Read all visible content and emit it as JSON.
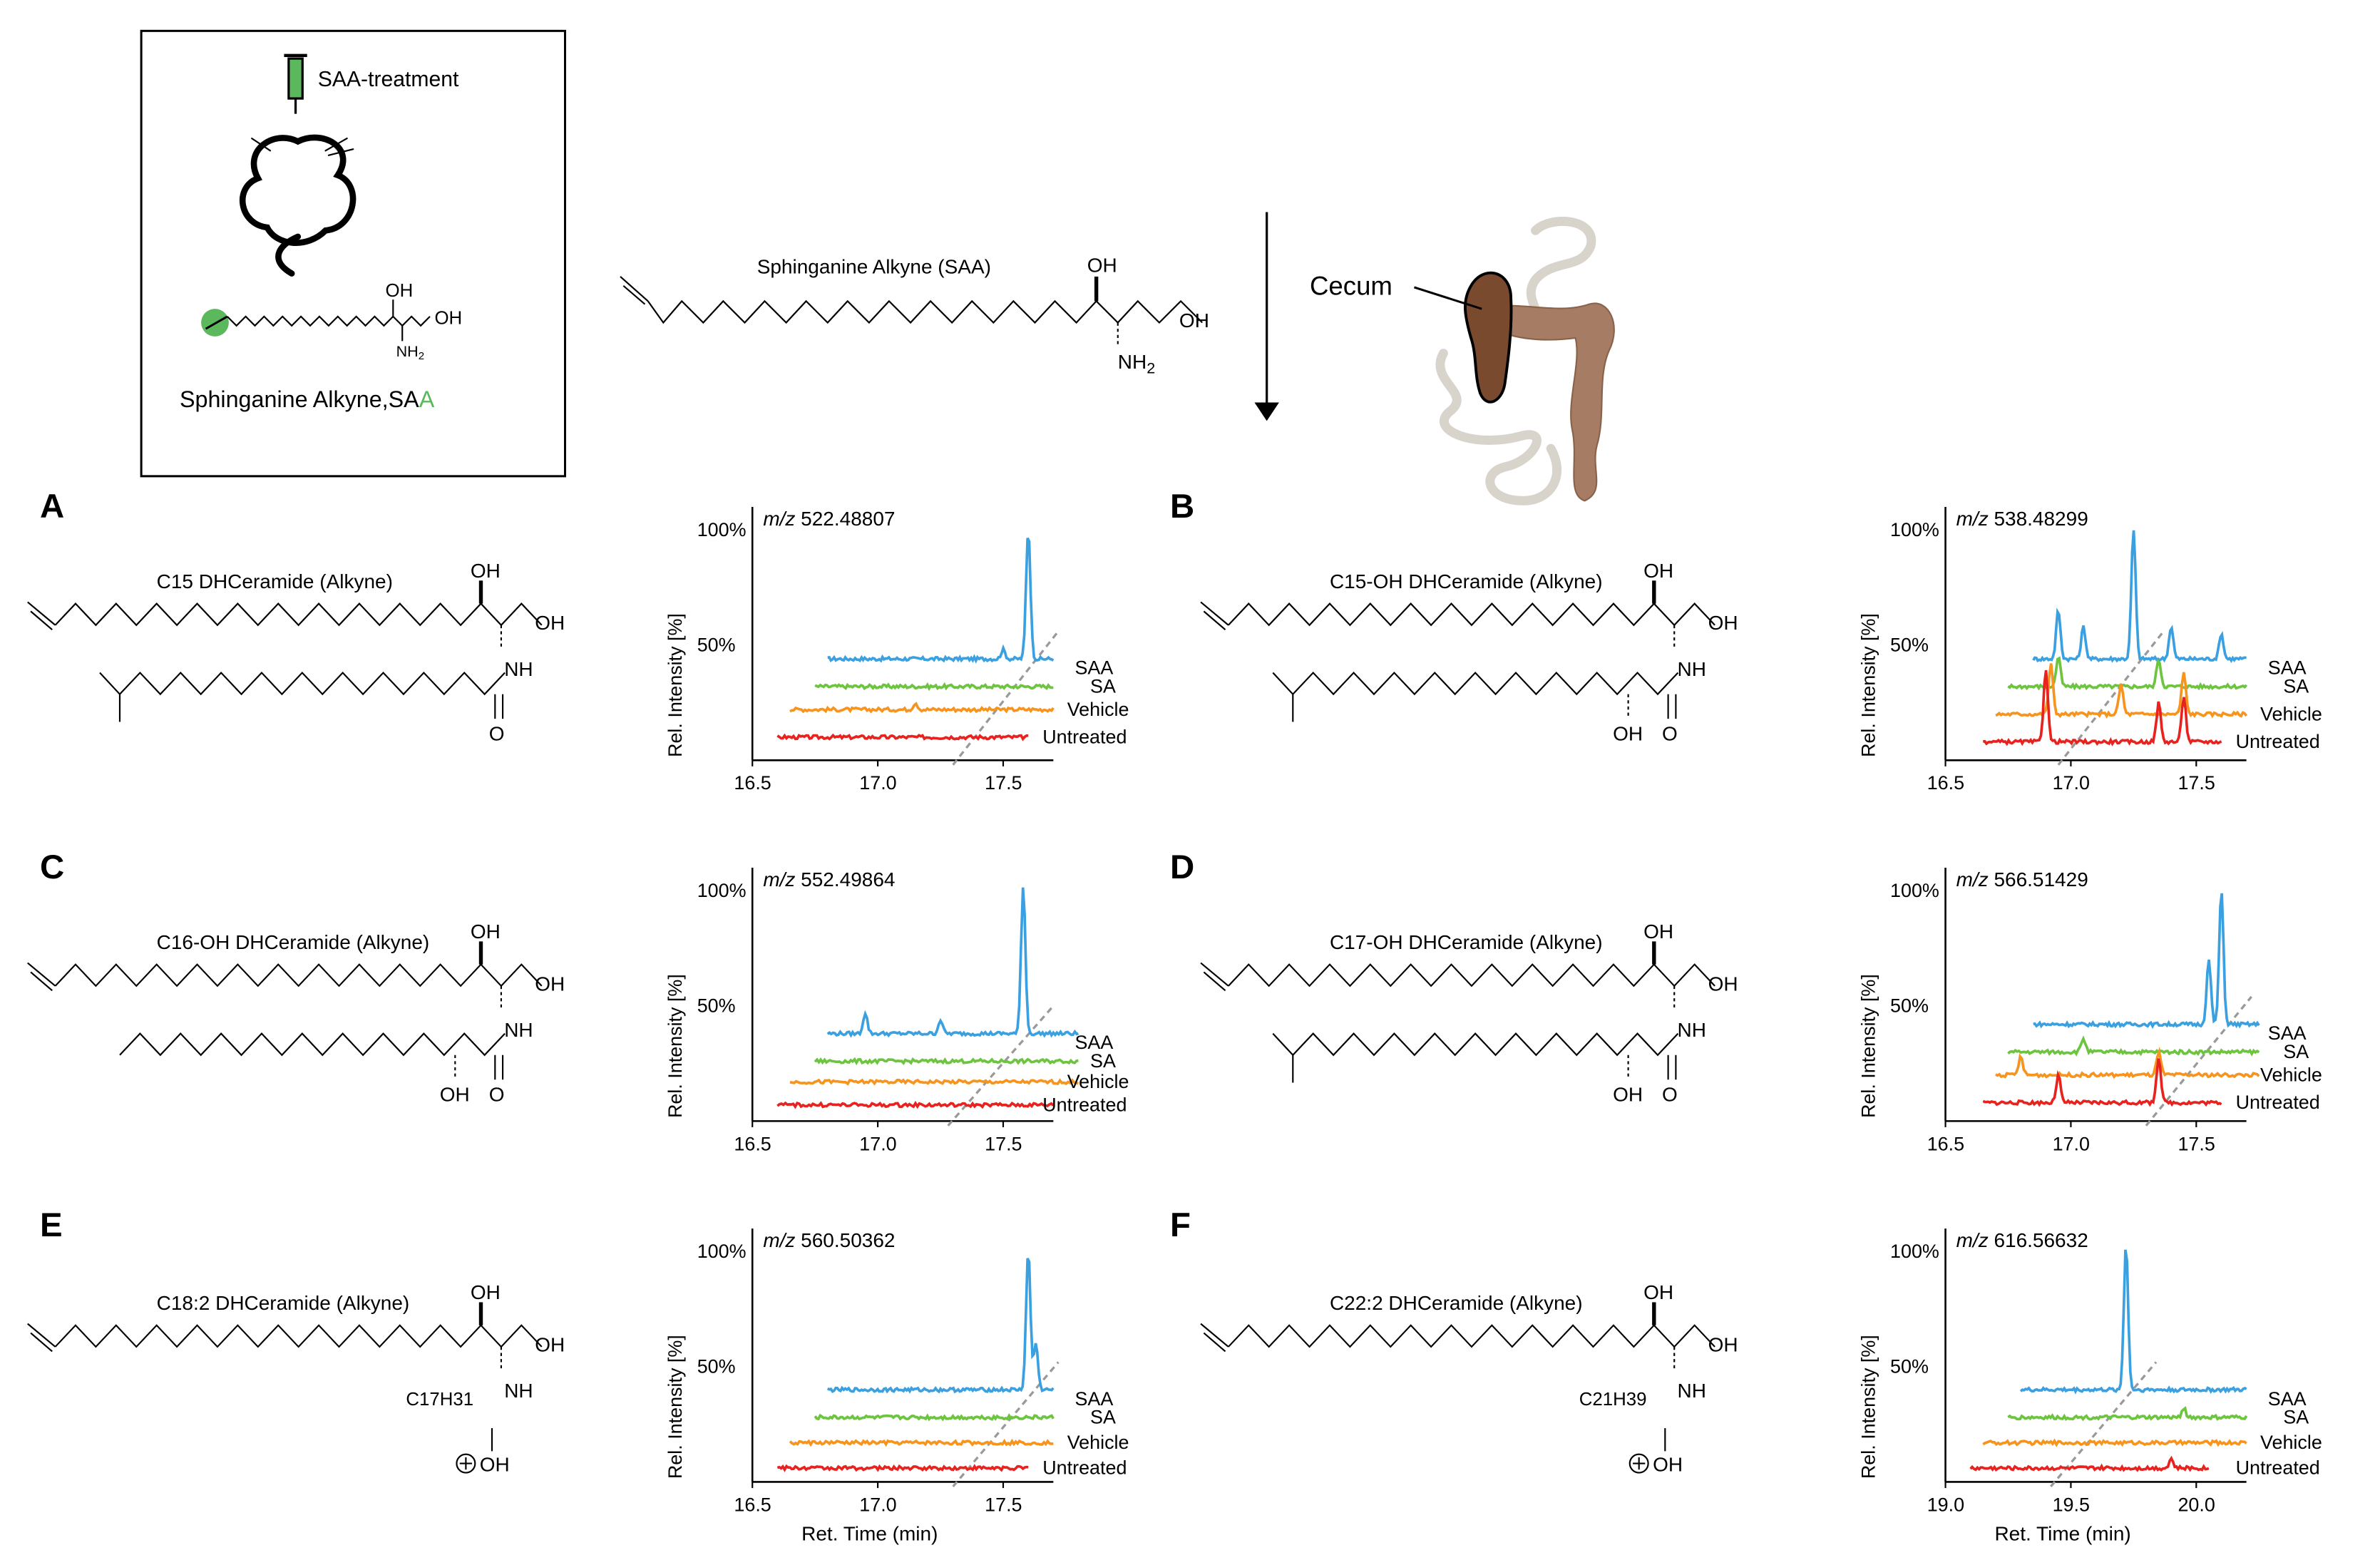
{
  "header": {
    "treatment_label": "SAA-treatment",
    "saa_caption": "Sphinganine Alkyne,SA",
    "saa_caption_green": "A",
    "inset_oh": "OH",
    "inset_oh2": "OH",
    "inset_nh2": "NH",
    "inset_nh2_sub": "2",
    "main_title": "Sphinganine Alkyne (SAA)",
    "main_oh": "OH",
    "main_oh2": "OH",
    "main_nh2": "NH",
    "main_nh2_sub": "2",
    "cecum_label": "Cecum"
  },
  "colors": {
    "SAA": "#3ba0e0",
    "SA": "#6cc43f",
    "Vehicle": "#f7941d",
    "Untreated": "#e8231f",
    "dashed": "#999999",
    "cecum": "#7a4a2e",
    "colon": "#a67c64",
    "green_tag": "#5cb85c"
  },
  "panels": [
    {
      "letter": "A",
      "name": "C15 DHCeramide (Alkyne)",
      "oh1": "OH",
      "oh2": "OH",
      "nh": "NH",
      "o": "O",
      "oh3": "",
      "formula": "",
      "formula_sub": "",
      "plus_oh": "",
      "mz_prefix": "m/z",
      "mz": "522.48807"
    },
    {
      "letter": "B",
      "name": "C15-OH DHCeramide (Alkyne)",
      "oh1": "OH",
      "oh2": "OH",
      "nh": "NH",
      "o": "O",
      "oh3": "OH",
      "formula": "",
      "formula_sub": "",
      "plus_oh": "",
      "mz_prefix": "m/z",
      "mz": "538.48299"
    },
    {
      "letter": "C",
      "name": "C16-OH DHCeramide (Alkyne)",
      "oh1": "OH",
      "oh2": "OH",
      "nh": "NH",
      "o": "O",
      "oh3": "OH",
      "formula": "",
      "formula_sub": "",
      "plus_oh": "",
      "mz_prefix": "m/z",
      "mz": "552.49864"
    },
    {
      "letter": "D",
      "name": "C17-OH DHCeramide (Alkyne)",
      "oh1": "OH",
      "oh2": "OH",
      "nh": "NH",
      "o": "O",
      "oh3": "OH",
      "formula": "",
      "formula_sub": "",
      "plus_oh": "",
      "mz_prefix": "m/z",
      "mz": "566.51429"
    },
    {
      "letter": "E",
      "name": "C18:2 DHCeramide (Alkyne)",
      "oh1": "OH",
      "oh2": "OH",
      "nh": "NH",
      "o": "",
      "oh3": "",
      "formula": "C17H31",
      "formula_sub": "",
      "plus_oh": "OH",
      "mz_prefix": "m/z",
      "mz": "560.50362"
    },
    {
      "letter": "F",
      "name": "C22:2 DHCeramide (Alkyne)",
      "oh1": "OH",
      "oh2": "OH",
      "nh": "NH",
      "o": "",
      "oh3": "",
      "formula": "C21H39",
      "formula_sub": "",
      "plus_oh": "OH",
      "mz_prefix": "m/z",
      "mz": "616.56632"
    }
  ],
  "chart_data": [
    {
      "type": "line",
      "panel": "A",
      "title": "m/z 522.48807",
      "ylabel": "Rel. Intensity [%]",
      "xlabel": "",
      "xlim": [
        16.5,
        17.7
      ],
      "ylim": [
        0,
        110
      ],
      "x_ticks": [
        "16.5",
        "17.0",
        "17.5"
      ],
      "y_ticks": [
        "100%",
        "50%"
      ],
      "series": [
        {
          "name": "SAA",
          "x_start": 16.8,
          "x_end": 17.7,
          "baseline": 44,
          "peaks": [
            [
              17.6,
              100
            ],
            [
              17.5,
              48
            ]
          ]
        },
        {
          "name": "SA",
          "x_start": 16.75,
          "x_end": 17.7,
          "baseline": 32,
          "peaks": []
        },
        {
          "name": "Vehicle",
          "x_start": 16.65,
          "x_end": 17.7,
          "baseline": 22,
          "peaks": [
            [
              17.15,
              25
            ]
          ]
        },
        {
          "name": "Untreated",
          "x_start": 16.6,
          "x_end": 17.6,
          "baseline": 10,
          "peaks": []
        }
      ]
    },
    {
      "type": "line",
      "panel": "B",
      "title": "m/z 538.48299",
      "ylabel": "Rel. Intensity [%]",
      "xlabel": "",
      "xlim": [
        16.5,
        17.7
      ],
      "ylim": [
        0,
        110
      ],
      "x_ticks": [
        "16.5",
        "17.0",
        "17.5"
      ],
      "y_ticks": [
        "100%",
        "50%"
      ],
      "series": [
        {
          "name": "SAA",
          "x_start": 16.85,
          "x_end": 17.7,
          "baseline": 44,
          "peaks": [
            [
              17.25,
              100
            ],
            [
              16.95,
              65
            ],
            [
              17.05,
              58
            ],
            [
              17.4,
              58
            ],
            [
              17.6,
              55
            ]
          ]
        },
        {
          "name": "SA",
          "x_start": 16.75,
          "x_end": 17.7,
          "baseline": 32,
          "peaks": [
            [
              16.95,
              45
            ],
            [
              17.35,
              44
            ]
          ]
        },
        {
          "name": "Vehicle",
          "x_start": 16.7,
          "x_end": 17.7,
          "baseline": 20,
          "peaks": [
            [
              16.92,
              42
            ],
            [
              17.45,
              38
            ],
            [
              17.2,
              33
            ]
          ]
        },
        {
          "name": "Untreated",
          "x_start": 16.65,
          "x_end": 17.6,
          "baseline": 8,
          "peaks": [
            [
              16.9,
              40
            ],
            [
              17.45,
              28
            ],
            [
              17.35,
              25
            ]
          ]
        }
      ]
    },
    {
      "type": "line",
      "panel": "C",
      "title": "m/z 552.49864",
      "ylabel": "Rel. Intensity [%]",
      "xlabel": "",
      "xlim": [
        16.5,
        17.7
      ],
      "ylim": [
        0,
        110
      ],
      "x_ticks": [
        "16.5",
        "17.0",
        "17.5"
      ],
      "y_ticks": [
        "100%",
        "50%"
      ],
      "series": [
        {
          "name": "SAA",
          "x_start": 16.8,
          "x_end": 17.8,
          "baseline": 38,
          "peaks": [
            [
              17.58,
              103
            ],
            [
              16.95,
              47
            ],
            [
              17.25,
              44
            ]
          ]
        },
        {
          "name": "SA",
          "x_start": 16.75,
          "x_end": 17.8,
          "baseline": 26,
          "peaks": []
        },
        {
          "name": "Vehicle",
          "x_start": 16.65,
          "x_end": 17.8,
          "baseline": 17,
          "peaks": []
        },
        {
          "name": "Untreated",
          "x_start": 16.6,
          "x_end": 17.7,
          "baseline": 7,
          "peaks": []
        }
      ]
    },
    {
      "type": "line",
      "panel": "D",
      "title": "m/z 566.51429",
      "ylabel": "Rel. Intensity [%]",
      "xlabel": "",
      "xlim": [
        16.5,
        17.7
      ],
      "ylim": [
        0,
        110
      ],
      "x_ticks": [
        "16.5",
        "17.0",
        "17.5"
      ],
      "y_ticks": [
        "100%",
        "50%"
      ],
      "series": [
        {
          "name": "SAA",
          "x_start": 16.85,
          "x_end": 17.75,
          "baseline": 42,
          "peaks": [
            [
              17.6,
              100
            ],
            [
              17.55,
              70
            ]
          ]
        },
        {
          "name": "SA",
          "x_start": 16.75,
          "x_end": 17.75,
          "baseline": 30,
          "peaks": [
            [
              17.05,
              36
            ]
          ]
        },
        {
          "name": "Vehicle",
          "x_start": 16.7,
          "x_end": 17.75,
          "baseline": 20,
          "peaks": [
            [
              17.35,
              30
            ],
            [
              16.8,
              28
            ]
          ]
        },
        {
          "name": "Untreated",
          "x_start": 16.65,
          "x_end": 17.6,
          "baseline": 8,
          "peaks": [
            [
              17.35,
              28
            ],
            [
              16.95,
              20
            ]
          ]
        }
      ]
    },
    {
      "type": "line",
      "panel": "E",
      "title": "m/z 560.50362",
      "ylabel": "Rel. Intensity [%]",
      "xlabel": "Ret. Time (min)",
      "xlim": [
        16.5,
        17.7
      ],
      "ylim": [
        0,
        110
      ],
      "x_ticks": [
        "16.5",
        "17.0",
        "17.5"
      ],
      "y_ticks": [
        "100%",
        "50%"
      ],
      "series": [
        {
          "name": "SAA",
          "x_start": 16.8,
          "x_end": 17.7,
          "baseline": 40,
          "peaks": [
            [
              17.6,
              100
            ],
            [
              17.63,
              60
            ]
          ]
        },
        {
          "name": "SA",
          "x_start": 16.75,
          "x_end": 17.7,
          "baseline": 28,
          "peaks": []
        },
        {
          "name": "Vehicle",
          "x_start": 16.65,
          "x_end": 17.7,
          "baseline": 17,
          "peaks": []
        },
        {
          "name": "Untreated",
          "x_start": 16.6,
          "x_end": 17.6,
          "baseline": 6,
          "peaks": []
        }
      ]
    },
    {
      "type": "line",
      "panel": "F",
      "title": "m/z 616.56632",
      "ylabel": "Rel. Intensity [%]",
      "xlabel": "Ret. Time (min)",
      "xlim": [
        19.0,
        20.2
      ],
      "ylim": [
        0,
        110
      ],
      "x_ticks": [
        "19.0",
        "19.5",
        "20.0"
      ],
      "y_ticks": [
        "100%",
        "50%"
      ],
      "series": [
        {
          "name": "SAA",
          "x_start": 19.3,
          "x_end": 20.2,
          "baseline": 40,
          "peaks": [
            [
              19.72,
              103
            ]
          ]
        },
        {
          "name": "SA",
          "x_start": 19.25,
          "x_end": 20.2,
          "baseline": 28,
          "peaks": [
            [
              19.95,
              32
            ]
          ]
        },
        {
          "name": "Vehicle",
          "x_start": 19.15,
          "x_end": 20.2,
          "baseline": 17,
          "peaks": []
        },
        {
          "name": "Untreated",
          "x_start": 19.1,
          "x_end": 20.05,
          "baseline": 6,
          "peaks": [
            [
              19.9,
              10
            ]
          ]
        }
      ]
    }
  ]
}
